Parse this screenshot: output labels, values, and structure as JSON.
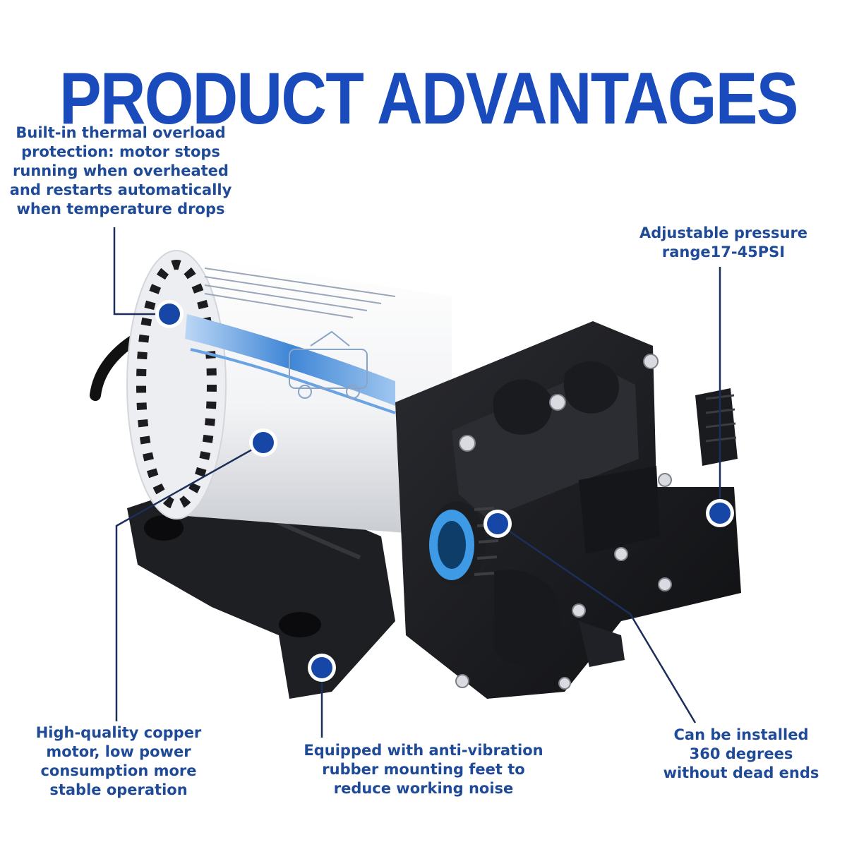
{
  "header": {
    "title": "PRODUCT ADVANTAGES"
  },
  "callouts": {
    "thermal": "Built-in thermal overload protection: motor stops running when overheated and restarts automatically when temperature drops",
    "pressure": "Adjustable pressure range17-45PSI",
    "copper": "High-quality copper motor, low power consumption more stable operation",
    "feet": "Equipped with anti-vibration rubber mounting feet to reduce working noise",
    "install": "Can be installed 360 degrees without dead ends"
  },
  "colors": {
    "accent_blue": "#1a4bbd",
    "text_blue": "#1f4a98",
    "dot_blue": "#1647a6",
    "line_navy": "#1b2f5a",
    "pump_body": "#1b1c1f",
    "motor_white": "#f4f5f7"
  }
}
